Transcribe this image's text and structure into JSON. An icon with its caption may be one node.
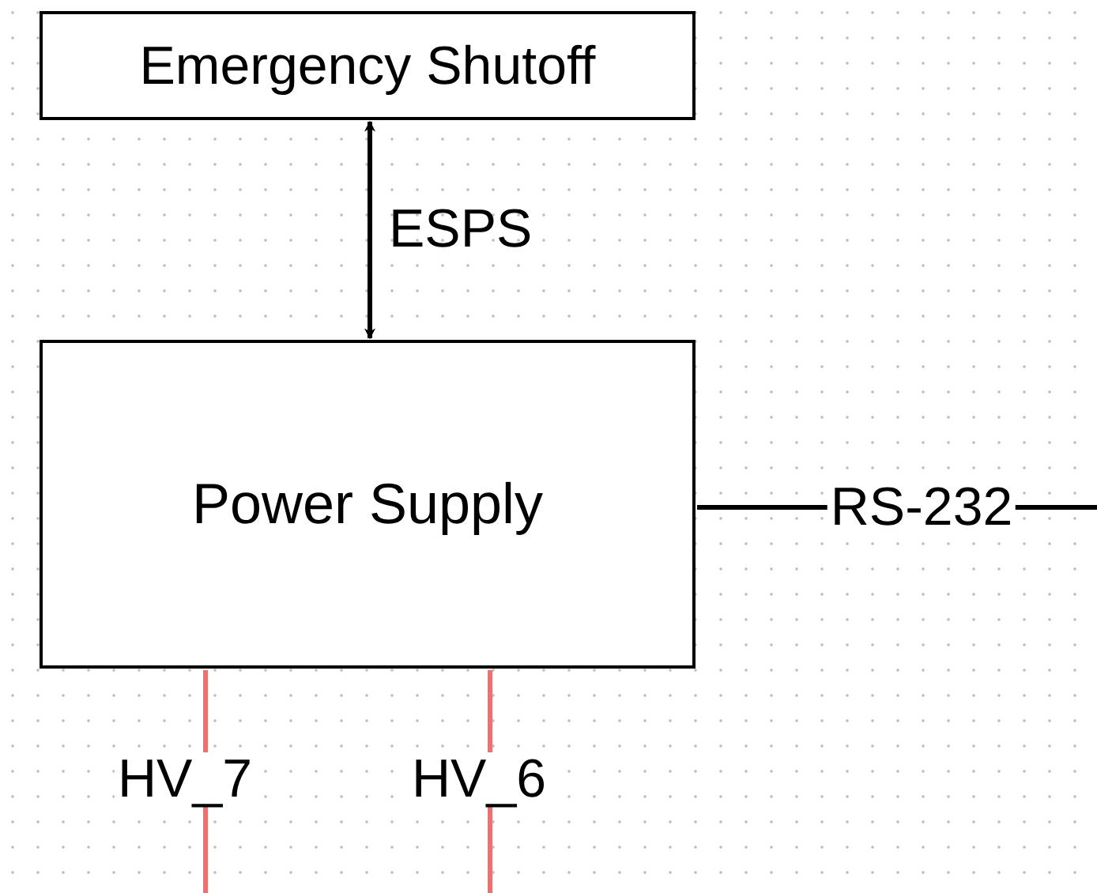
{
  "diagram": {
    "nodes": [
      {
        "text": [
          "Emergency Shutoff"
        ]
      },
      {
        "text": [
          "Power Supply"
        ]
      }
    ],
    "edges": [
      {
        "from": 0,
        "to": 1,
        "arrow": "both",
        "label": "ESPS"
      },
      {
        "from": 1,
        "to": null,
        "arrow": "none",
        "label": "RS-232"
      },
      {
        "from": 1,
        "to": null,
        "arrow": "none",
        "label": "HV_7",
        "color": "#f07070"
      },
      {
        "from": 1,
        "to": null,
        "arrow": "none",
        "label": "HV_6",
        "color": "#f07070"
      }
    ]
  }
}
